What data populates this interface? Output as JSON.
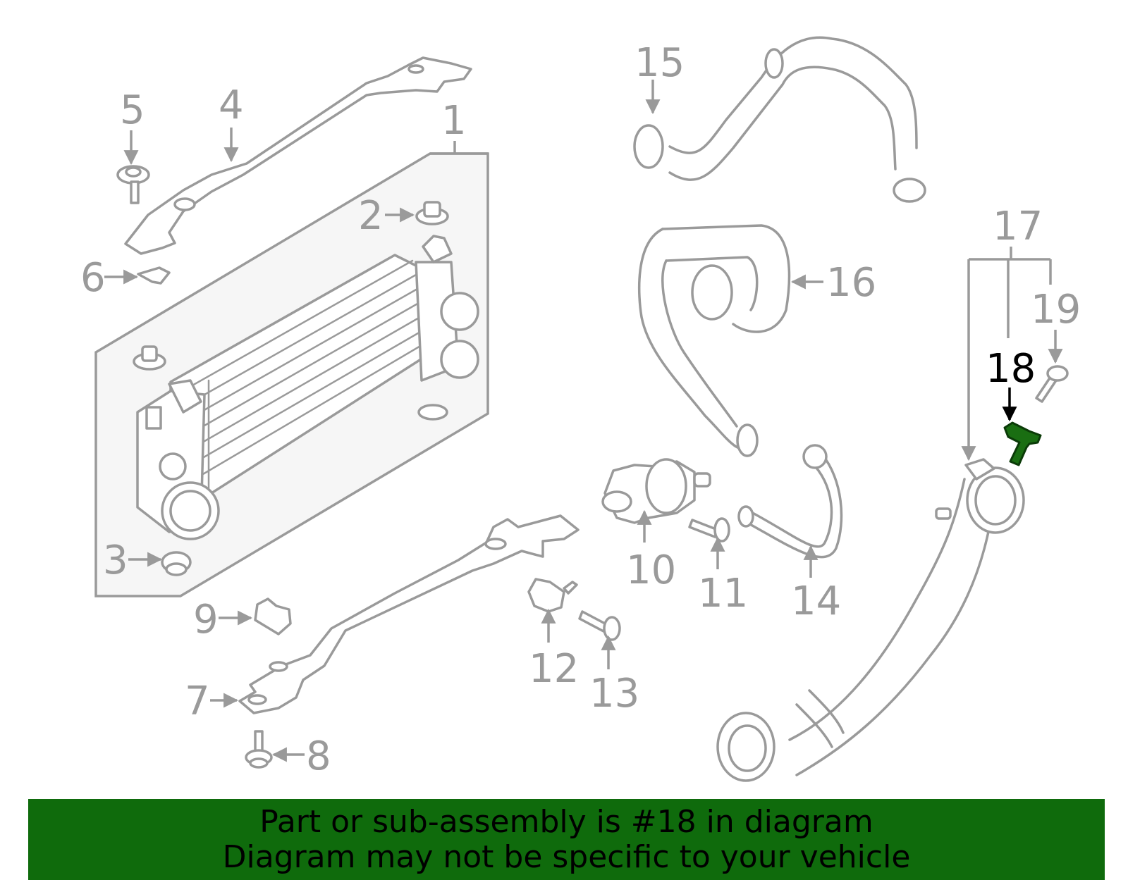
{
  "diagram": {
    "highlighted_callout": "18",
    "highlight_color": "#1a6e12",
    "banner_color": "#0f6b0c",
    "callouts": {
      "c1": "1",
      "c2": "2",
      "c3": "3",
      "c4": "4",
      "c5": "5",
      "c6": "6",
      "c7": "7",
      "c8": "8",
      "c9": "9",
      "c10": "10",
      "c11": "11",
      "c12": "12",
      "c13": "13",
      "c14": "14",
      "c15": "15",
      "c16": "16",
      "c17": "17",
      "c18": "18",
      "c19": "19"
    }
  },
  "banner": {
    "line1": "Part or sub-assembly is #18 in diagram",
    "line2": "Diagram may not be specific to your vehicle"
  }
}
